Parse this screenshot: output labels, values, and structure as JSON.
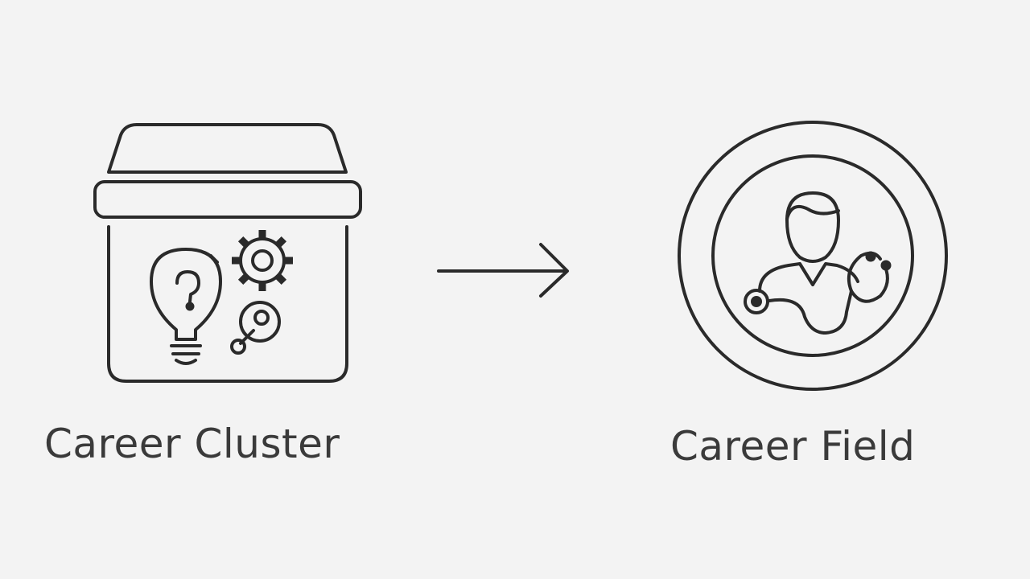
{
  "colors": {
    "background": "#f3f3f3",
    "stroke": "#2a2a2a",
    "text": "#3a3a3a"
  },
  "nodes": [
    {
      "id": "cluster",
      "label": "Career Cluster",
      "icon": "box-with-ideas-icon"
    },
    {
      "id": "field",
      "label": "Career Field",
      "icon": "doctor-with-stethoscope-icon"
    }
  ],
  "edges": [
    {
      "from": "cluster",
      "to": "field",
      "icon": "arrow-right-icon"
    }
  ]
}
